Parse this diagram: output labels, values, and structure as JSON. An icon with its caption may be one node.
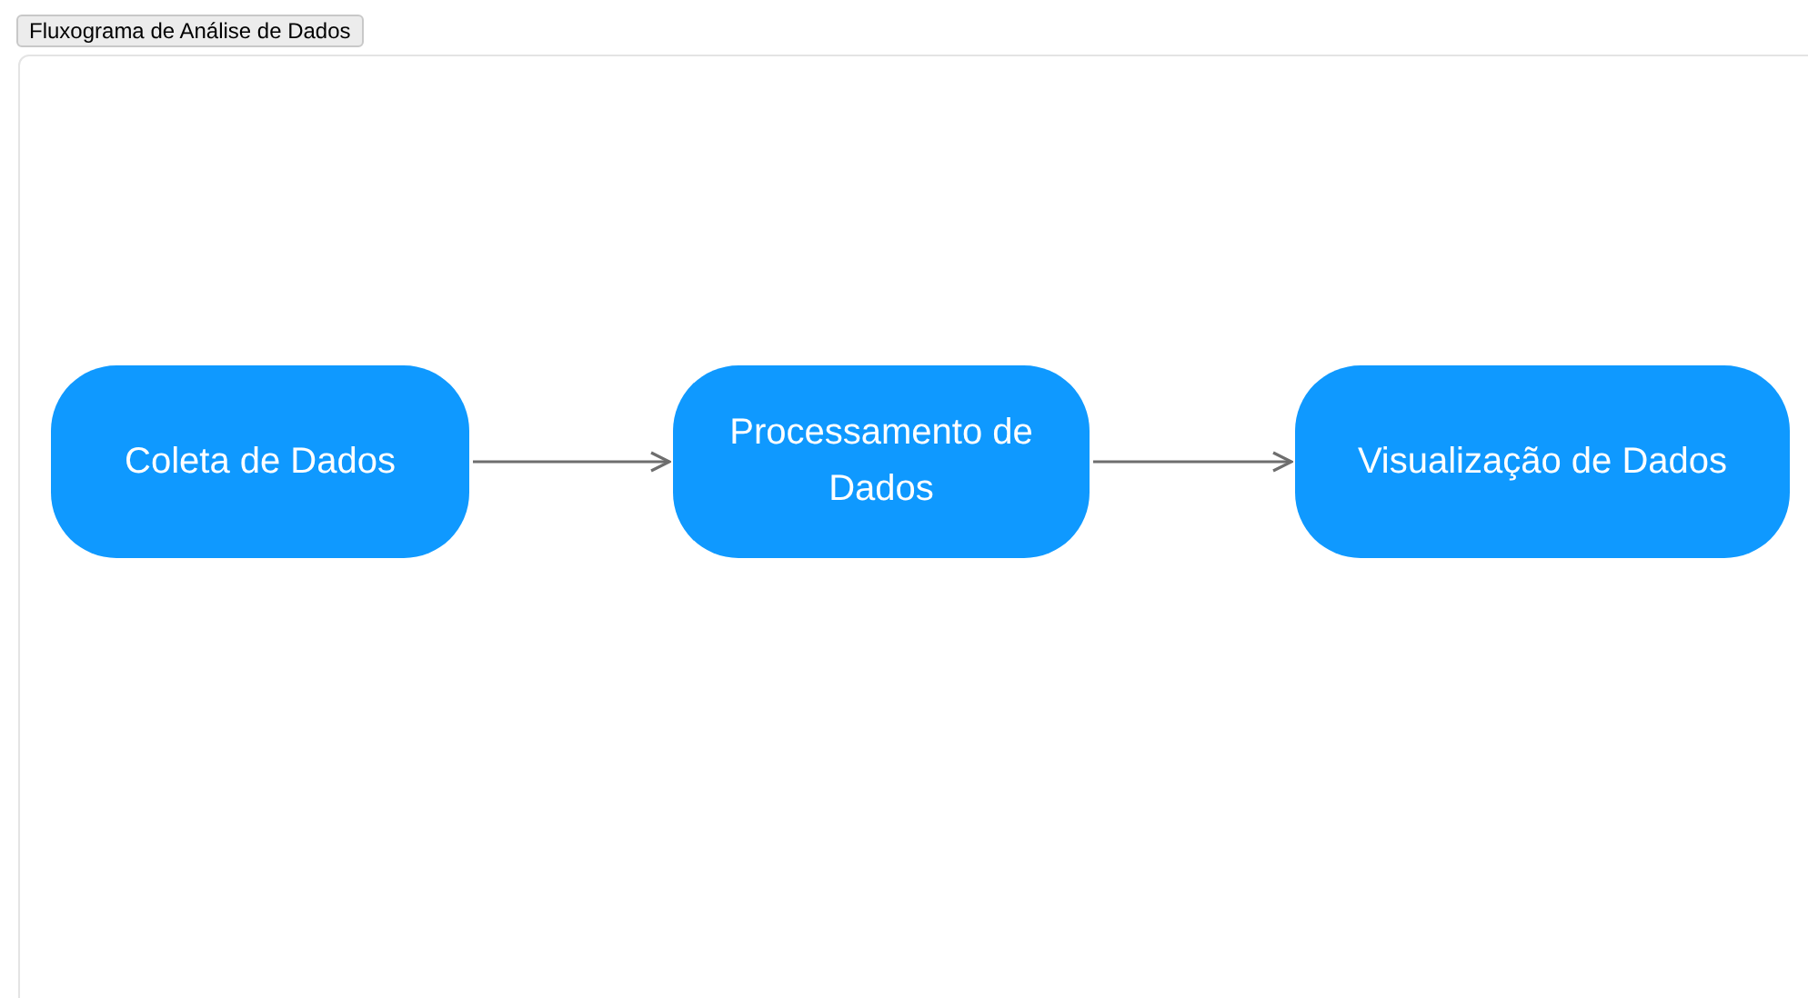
{
  "diagram": {
    "title": "Fluxograma de Análise de Dados",
    "nodes": [
      {
        "text": [
          "Coleta de Dados"
        ]
      },
      {
        "text": [
          "Processamento de Dados"
        ]
      },
      {
        "text": [
          "Visualização de Dados"
        ]
      }
    ],
    "edges": [
      {
        "from": 0,
        "to": 1,
        "arrow": "to"
      },
      {
        "from": 1,
        "to": 2,
        "arrow": "to"
      }
    ]
  }
}
